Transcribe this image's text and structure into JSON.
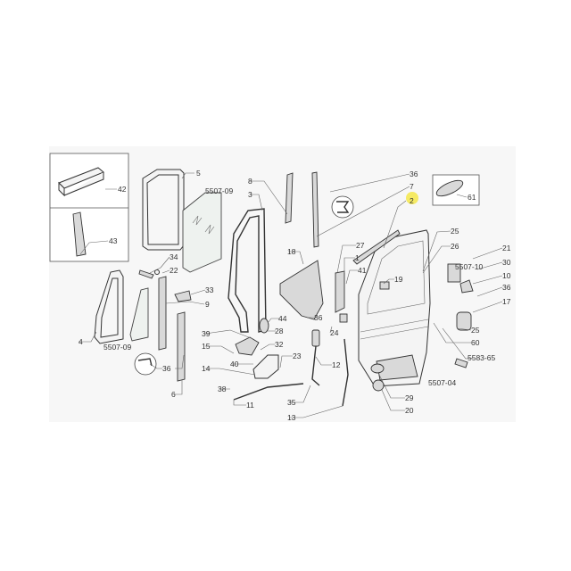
{
  "diagram": {
    "title": "Front door exploded parts diagram",
    "highlight_color": "#f5e84a",
    "background_color": "#f7f7f7",
    "highlighted_label": "2",
    "labels": [
      "5",
      "42",
      "43",
      "5507-09",
      "8",
      "3",
      "34",
      "22",
      "33",
      "9",
      "4",
      "5507-09",
      "44",
      "28",
      "39",
      "15",
      "32",
      "40",
      "36",
      "14",
      "38",
      "6",
      "11",
      "36",
      "7",
      "2",
      "61",
      "25",
      "26",
      "21",
      "27",
      "18",
      "1",
      "5507-10",
      "30",
      "41",
      "10",
      "19",
      "36",
      "17",
      "36",
      "24",
      "25",
      "60",
      "23",
      "12",
      "5583-65",
      "5507-04",
      "35",
      "29",
      "20",
      "13"
    ]
  }
}
